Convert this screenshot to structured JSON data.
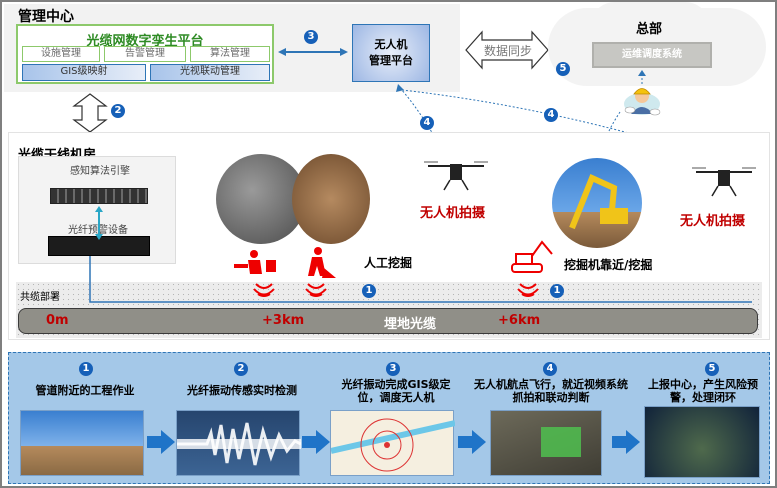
{
  "management_center": {
    "title": "管理中心",
    "platform": {
      "title": "光缆网数字孪生平台",
      "modules_row1": [
        "设施管理",
        "告警管理",
        "算法管理"
      ],
      "modules_row2": [
        "GIS级映射",
        "光视联动管理"
      ]
    },
    "uav_platform": {
      "line1": "无人机",
      "line2": "管理平台"
    }
  },
  "data_sync_label": "数据同步",
  "headquarters": {
    "title": "总部",
    "system": "运维调度系统"
  },
  "badges": {
    "b1": "1",
    "b2": "2",
    "b3": "3",
    "b4": "4",
    "b5": "5"
  },
  "machine_room": {
    "title": "光缆干线机房",
    "engine_label": "感知算法引擎",
    "device_label": "光纤预警设备",
    "shared_deploy": "共缆部署"
  },
  "scene": {
    "manual_dig": "人工挖掘",
    "excavator": "挖掘机靠近/挖掘",
    "drone_capture_1": "无人机拍摄",
    "drone_capture_2": "无人机拍摄"
  },
  "cable": {
    "label": "埋地光缆",
    "markers": [
      "0m",
      "+3km",
      "+6km"
    ]
  },
  "colors": {
    "accent_blue": "#1660b8",
    "alert_red": "#c00000",
    "platform_green": "#2e8b24",
    "flow_bg": "#a4c8e8"
  },
  "flow_steps": [
    {
      "num": "1",
      "title": "管道附近的工程作业"
    },
    {
      "num": "2",
      "title": "光纤振动传感实时检测"
    },
    {
      "num": "3",
      "title": "光纤振动完成GIS级定位，调度无人机"
    },
    {
      "num": "4",
      "title": "无人机航点飞行，就近视频系统抓拍和联动判断"
    },
    {
      "num": "5",
      "title": "上报中心，产生风险预警，处理闭环"
    }
  ]
}
